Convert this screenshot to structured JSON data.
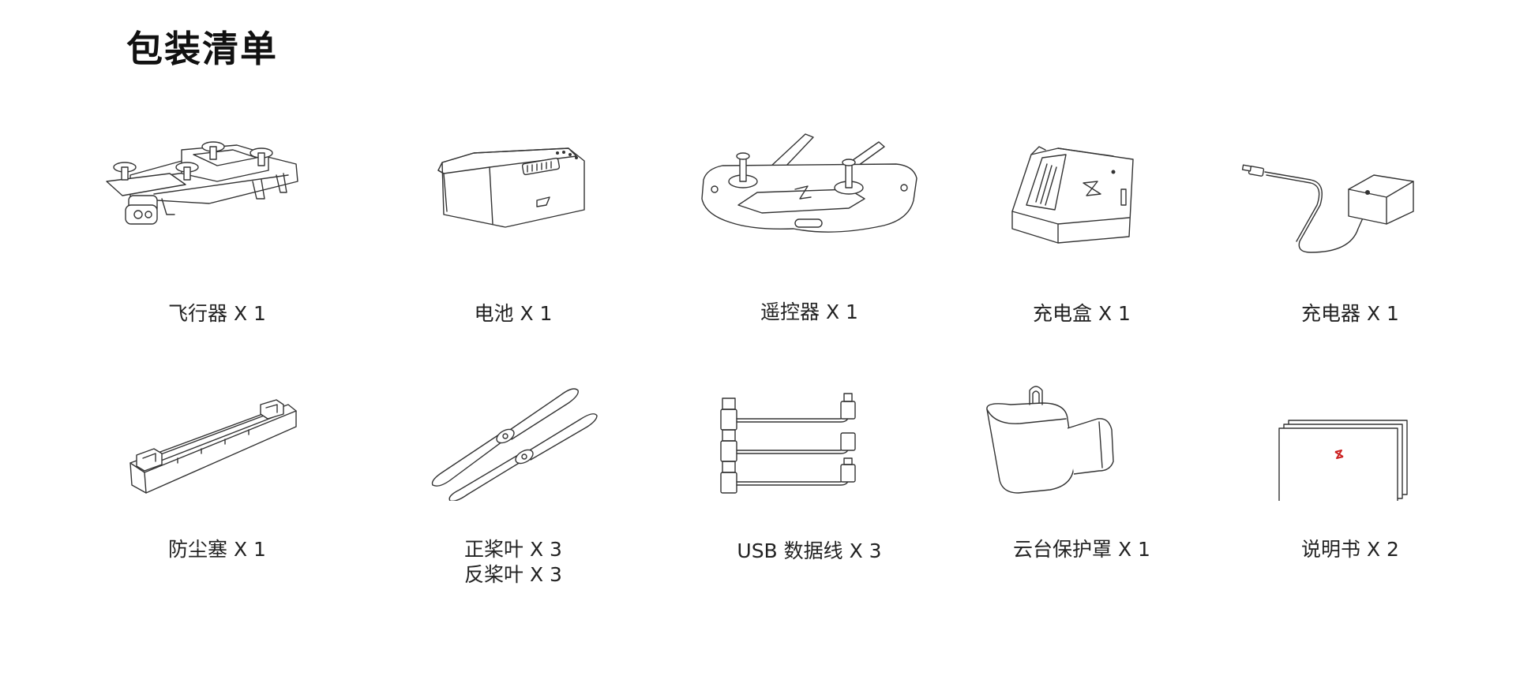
{
  "page": {
    "title": "包装清单"
  },
  "items": [
    {
      "label": "飞行器 X 1"
    },
    {
      "label": "电池 X 1"
    },
    {
      "label": "遥控器 X 1"
    },
    {
      "label": "充电盒 X 1"
    },
    {
      "label": "充电器 X 1"
    },
    {
      "label": "防尘塞 X 1"
    },
    {
      "label": "正桨叶 X 3\n反桨叶 X 3"
    },
    {
      "label": "USB 数据线 X 3"
    },
    {
      "label": "云台保护罩 X 1"
    },
    {
      "label": "说明书 X 2"
    }
  ],
  "colors": {
    "text": "#222222",
    "line_art": "#333333",
    "brand_mark": "#cc2222"
  },
  "icons": [
    "drone-icon",
    "battery-icon",
    "remote-controller-icon",
    "charging-hub-icon",
    "charger-icon",
    "dust-plug-icon",
    "propeller-icon",
    "usb-cable-icon",
    "gimbal-cover-icon",
    "manual-icon"
  ]
}
